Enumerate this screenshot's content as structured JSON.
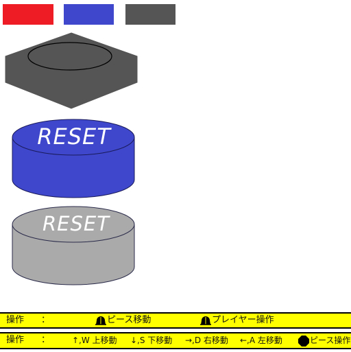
{
  "colors": {
    "swatch_red": "#ee1c25",
    "swatch_blue": "#3f48cc",
    "swatch_gray": "#555555",
    "board_piece": "#555555",
    "blue_button": "#3f48cc",
    "gray_button": "#aaaaaa",
    "bar_bg": "#ffff00"
  },
  "buttons": {
    "blue_reset_label": "RESET",
    "gray_reset_label": "RESET"
  },
  "bar1": {
    "label": "操作",
    "colon": "：",
    "piece_move": "ピース移動",
    "player_move": "プレイヤー操作"
  },
  "bar2": {
    "label": "操作",
    "colon": "：",
    "up": "↑,W 上移動",
    "down": "↓,S 下移動",
    "right": "→,D 右移動",
    "left": "←,A 左移動",
    "piece_op": "ピース操作"
  },
  "icons": {
    "bar1_piece": "bell-shape-icon",
    "bar1_player": "bell-shape-icon",
    "bar2_piece": "octagon-icon"
  }
}
